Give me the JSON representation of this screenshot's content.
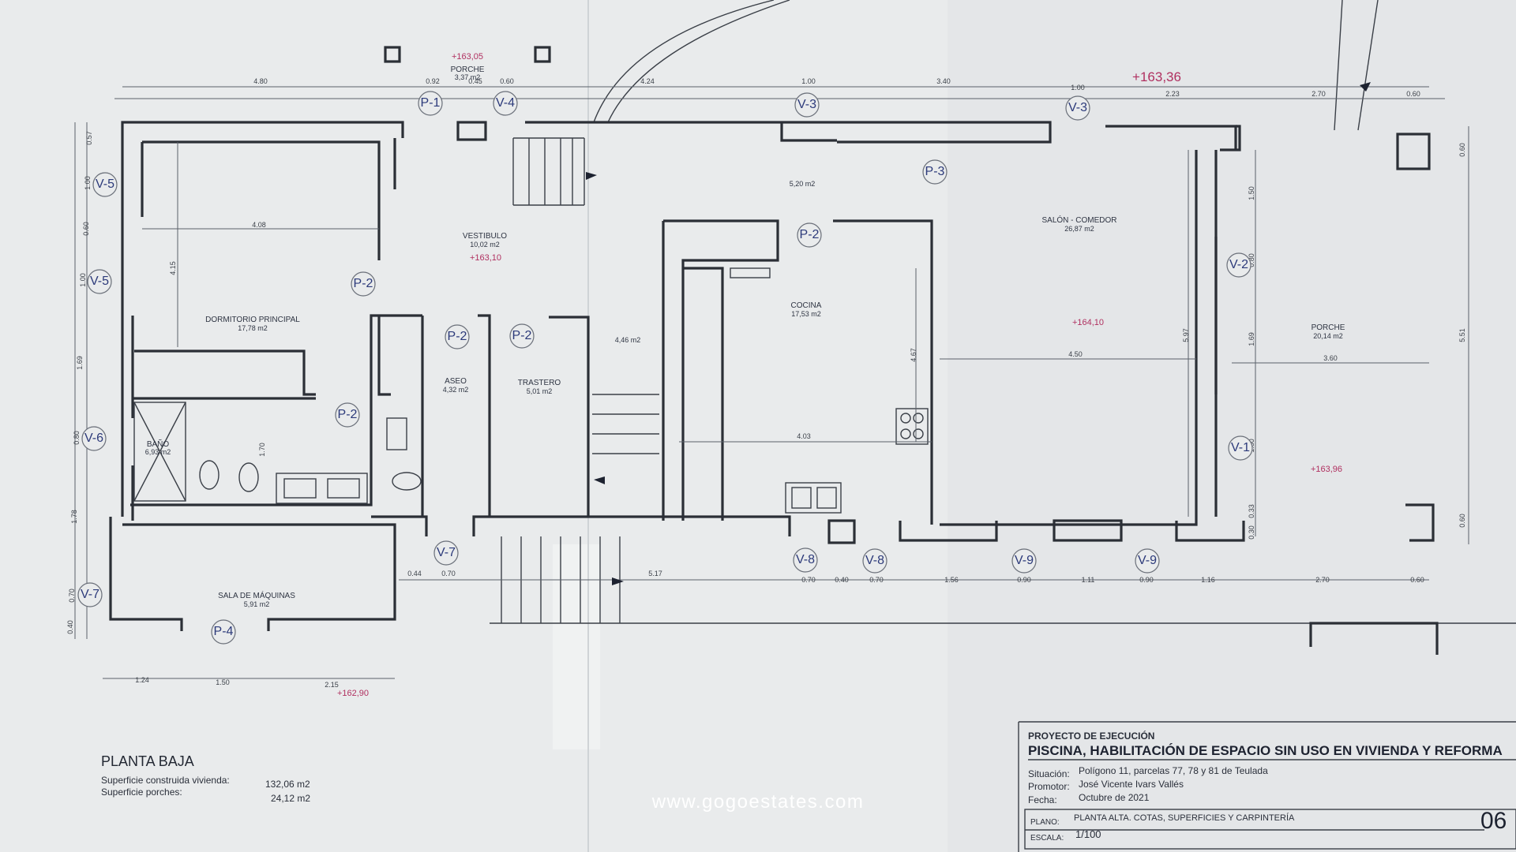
{
  "levels": {
    "porch_top": "+163,05",
    "main_top": "+163,36",
    "vestibulo": "+163,10",
    "salon": "+164,10",
    "porche_right": "+163,96",
    "bottom": "+162,90"
  },
  "rooms": {
    "porche_top": {
      "name": "PORCHE",
      "area": "3,37 m2"
    },
    "vestibulo": {
      "name": "VESTIBULO",
      "area": "10,02 m2"
    },
    "dormitorio": {
      "name": "DORMITORIO PRINCIPAL",
      "area": "17,78 m2"
    },
    "aseo": {
      "name": "ASEO",
      "area": "4,32 m2"
    },
    "trastero": {
      "name": "TRASTERO",
      "area": "5,01 m2"
    },
    "bano": {
      "name": "BAÑO",
      "area": "6,93 m2"
    },
    "sala_maquinas": {
      "name": "SALA DE MÁQUINAS",
      "area": "5,91 m2"
    },
    "cocina": {
      "name": "COCINA",
      "area": "17,53 m2"
    },
    "salon": {
      "name": "SALÓN - COMEDOR",
      "area": "26,87 m2"
    },
    "porche_right": {
      "name": "PORCHE",
      "area": "20,14 m2"
    },
    "hall_area": "5,20 m2",
    "corridor_area": "4,46 m2"
  },
  "tags": {
    "p1": "P-1",
    "p2": "P-2",
    "p3": "P-3",
    "p4": "P-4",
    "v1": "V-1",
    "v2": "V-2",
    "v3": "V-3",
    "v4": "V-4",
    "v5": "V-5",
    "v6": "V-6",
    "v7": "V-7",
    "v8": "V-8",
    "v9": "V-9"
  },
  "dims": {
    "top": [
      "4.80",
      "0.92",
      "0.45",
      "0.60",
      "4.24",
      "1.00",
      "3.40",
      "1.00",
      "2.23",
      "2.70",
      "0.60"
    ],
    "bottom": [
      "0.44",
      "0.70",
      "5.17",
      "0.70",
      "0.40",
      "0.70",
      "1.56",
      "0.90",
      "1.11",
      "0.90",
      "1.16",
      "2.70",
      "0.60"
    ],
    "base": [
      "1.24",
      "1.50",
      "2.15"
    ],
    "left": [
      "0.57",
      "1.00",
      "0.60",
      "1.00",
      "1.69",
      "0.80",
      "1.78",
      "0.70",
      "0.40"
    ],
    "right": [
      "0.60",
      "5.51",
      "0.60"
    ],
    "inner": [
      "4.08",
      "4.15",
      "1.70",
      "4.67",
      "4.03",
      "4.50",
      "5.97",
      "3.60",
      "1.50",
      "0.80",
      "1.69",
      "1.80",
      "0.33",
      "0.30"
    ]
  },
  "summary": {
    "title": "PLANTA BAJA",
    "built_label": "Superficie construida vivienda:",
    "built_value": "132,06 m2",
    "porch_label": "Superficie porches:",
    "porch_value": "24,12 m2"
  },
  "titleblock": {
    "project_type": "PROYECTO DE EJECUCIÓN",
    "project_name": "PISCINA, HABILITACIÓN DE ESPACIO SIN USO EN VIVIENDA Y REFORMA",
    "situacion_label": "Situación:",
    "situacion": "Polígono 11, parcelas 77, 78 y 81 de Teulada",
    "promotor_label": "Promotor:",
    "promotor": "José Vicente Ivars Vallés",
    "fecha_label": "Fecha:",
    "fecha": "Octubre de 2021",
    "plano_label": "PLANO:",
    "plano": "PLANTA ALTA. COTAS, SUPERFICIES Y CARPINTERÍA",
    "escala_label": "ESCALA:",
    "escala": "1/100",
    "sheet_number": "06"
  },
  "watermark": "www.gogoestates.com"
}
